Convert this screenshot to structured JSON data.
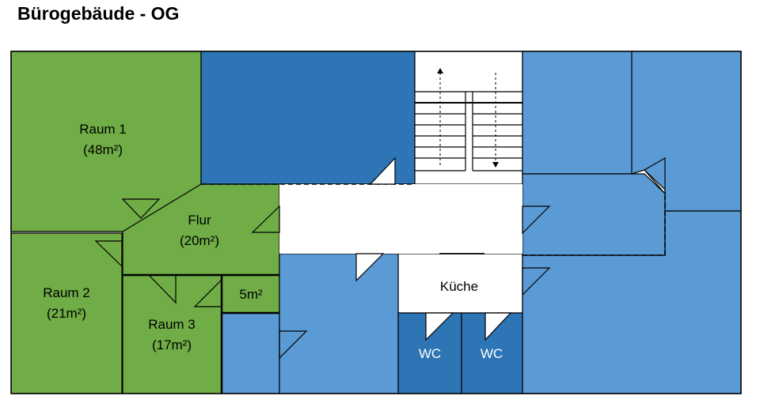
{
  "title": "Bürogebäude - OG",
  "colors": {
    "green": "#70AD47",
    "dark_blue": "#2E75B6",
    "light_blue": "#5B9BD5",
    "white": "#FFFFFF",
    "line": "#000000"
  },
  "rooms": {
    "raum1": {
      "name": "Raum 1",
      "area": "(48m²)"
    },
    "raum2": {
      "name": "Raum 2",
      "area": "(21m²)"
    },
    "raum3": {
      "name": "Raum 3",
      "area": "(17m²)"
    },
    "flur": {
      "name": "Flur",
      "area": "(20m²)"
    },
    "small": {
      "area": "5m²"
    },
    "kueche": {
      "name": "Küche"
    },
    "wc1": {
      "name": "WC"
    },
    "wc2": {
      "name": "WC"
    }
  }
}
